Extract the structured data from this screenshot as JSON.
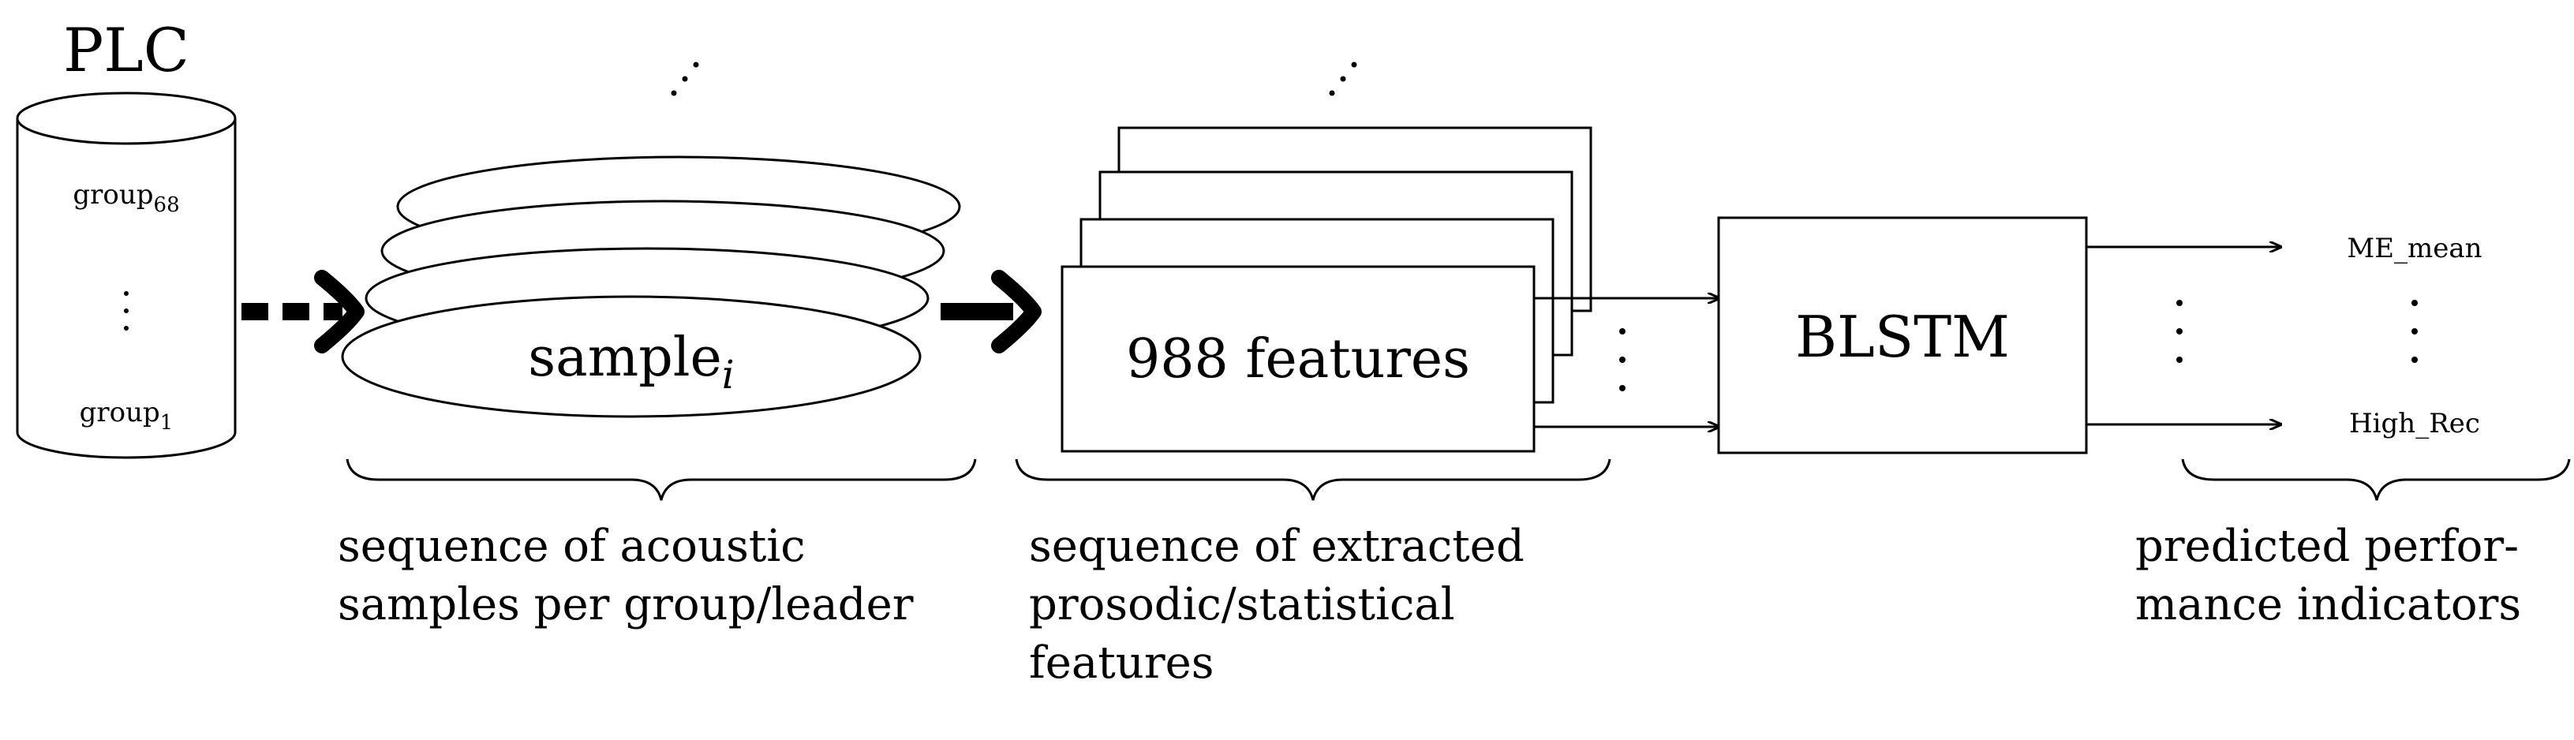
{
  "database": {
    "title": "PLC",
    "top_label_base": "group",
    "top_label_sub": "68",
    "bottom_label_base": "group",
    "bottom_label_sub": "1"
  },
  "samples": {
    "label_base": "sample",
    "label_sub": "i"
  },
  "features": {
    "label": "988 features"
  },
  "model": {
    "label": "BLSTM"
  },
  "outputs": {
    "top": "ME_mean",
    "bottom": "High_Rec"
  },
  "captions": {
    "samples": [
      "sequence  of  acoustic",
      "samples per group/leader"
    ],
    "features": [
      "sequence of extracted",
      "prosodic/statistical",
      "features"
    ],
    "outputs": [
      "predicted  perfor-",
      "mance indicators"
    ]
  }
}
